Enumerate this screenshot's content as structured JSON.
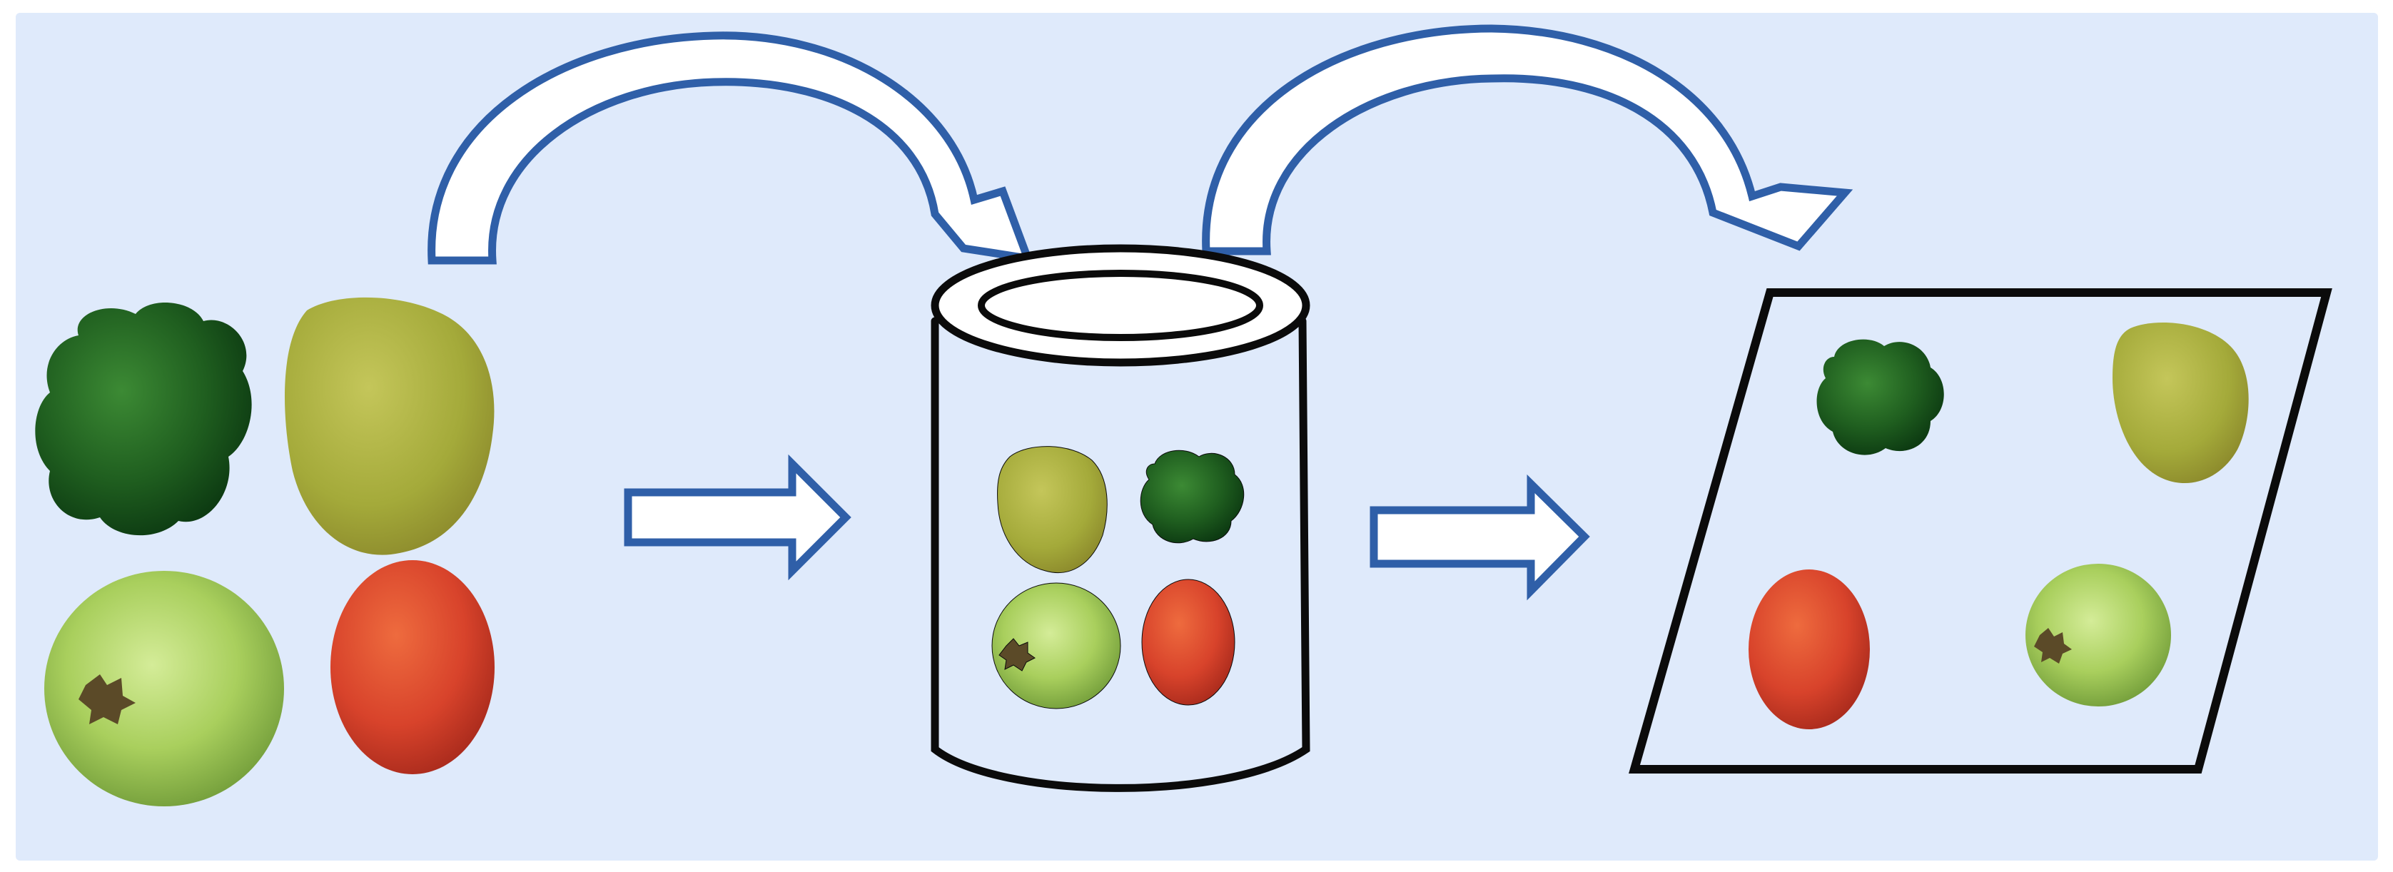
{
  "colors": {
    "background": "#dfeafb",
    "border": "#ffffff",
    "arrow_stroke": "#2f5fa8",
    "arrow_fill": "#ffffff",
    "outline": "#0b0b0b",
    "bell_pepper": "#1f5e1f",
    "yellow_fruit": "#a8b03c",
    "guava": "#a9cf5d",
    "tomato": "#d8432b"
  },
  "stages": [
    {
      "id": "raw-fruits",
      "icon": "fruit-group-icon"
    },
    {
      "id": "container",
      "icon": "container-icon"
    },
    {
      "id": "flat-surface",
      "icon": "flat-surface-icon"
    }
  ]
}
